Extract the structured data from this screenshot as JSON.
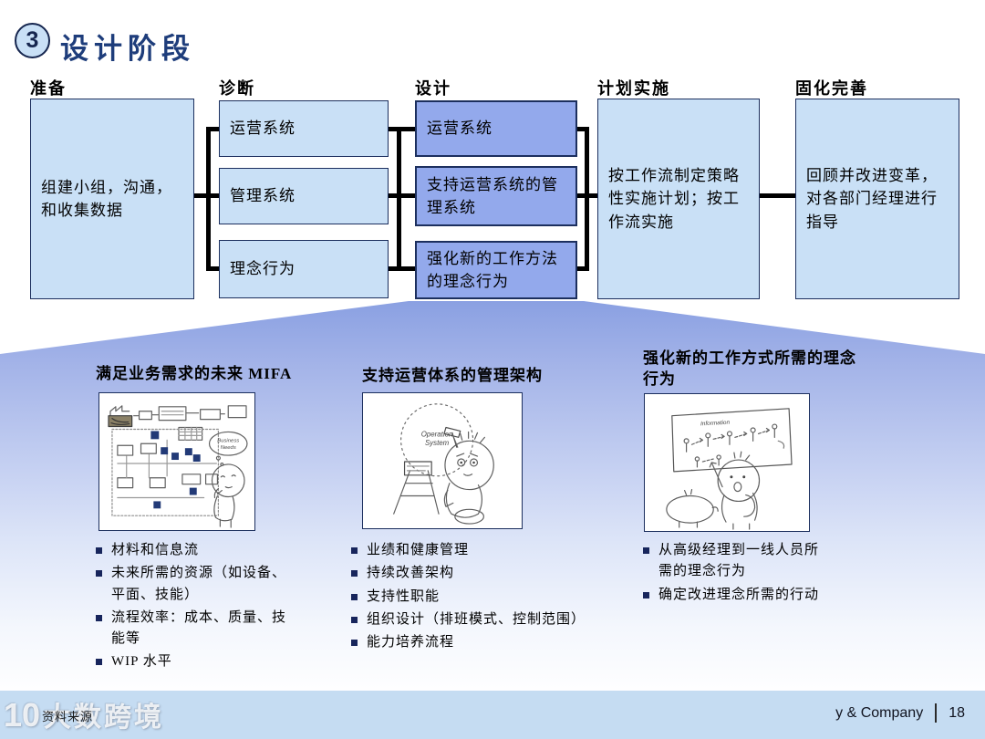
{
  "title": {
    "badge": "3",
    "text": "设计阶段"
  },
  "flow": {
    "columns": [
      {
        "header": "准备",
        "boxes": [
          {
            "text": "组建小组，沟通，和收集数据",
            "variant": "light"
          }
        ]
      },
      {
        "header": "诊断",
        "boxes": [
          {
            "text": "运营系统",
            "variant": "light"
          },
          {
            "text": "管理系统",
            "variant": "light"
          },
          {
            "text": "理念行为",
            "variant": "light"
          }
        ]
      },
      {
        "header": "设计",
        "boxes": [
          {
            "text": "运营系统",
            "variant": "dark"
          },
          {
            "text": "支持运营系统的管理系统",
            "variant": "dark"
          },
          {
            "text": "强化新的工作方法的理念行为",
            "variant": "dark"
          }
        ]
      },
      {
        "header": "计划实施",
        "boxes": [
          {
            "text": "按工作流制定策略性实施计划；按工作流实施",
            "variant": "light"
          }
        ]
      },
      {
        "header": "固化完善",
        "boxes": [
          {
            "text": "回顾并改进变革，对各部门经理进行指导",
            "variant": "light"
          }
        ]
      }
    ]
  },
  "panels": [
    {
      "heading": "满足业务需求的未来 MIFA",
      "illustration": "thinking-figure-with-value-stream-map",
      "illustration_labels": [
        "Business",
        "Needs"
      ],
      "bullets": [
        "材料和信息流",
        "未来所需的资源（如设备、平面、技能）",
        "流程效率：成本、质量、技能等",
        "WIP 水平"
      ]
    },
    {
      "heading": "支持运营体系的管理架构",
      "illustration": "figure-at-ladder-operation-system",
      "illustration_labels": [
        "Operation",
        "System"
      ],
      "bullets": [
        "业绩和健康管理",
        "持续改善架构",
        "支持性职能",
        "组织设计（排班模式、控制范围）",
        "能力培养流程"
      ]
    },
    {
      "heading": "强化新的工作方式所需的理念行为",
      "illustration": "presenter-at-information-board",
      "illustration_labels": [
        "Information"
      ],
      "bullets": [
        "从高级经理到一线人员所需的理念行为",
        "确定改进理念所需的行动"
      ]
    }
  ],
  "footer": {
    "source_label": "资料来源",
    "watermark_logo": "10",
    "watermark_text": "大数跨境",
    "company": "y & Company",
    "page": "18"
  },
  "colors": {
    "accent_navy": "#1e3d7b",
    "box_light": "#c9e0f6",
    "box_dark": "#93a9ec",
    "border_navy": "#1c2f5e",
    "footer_bar": "#c5dcf2",
    "funnel_top": "#8aa0e2"
  }
}
